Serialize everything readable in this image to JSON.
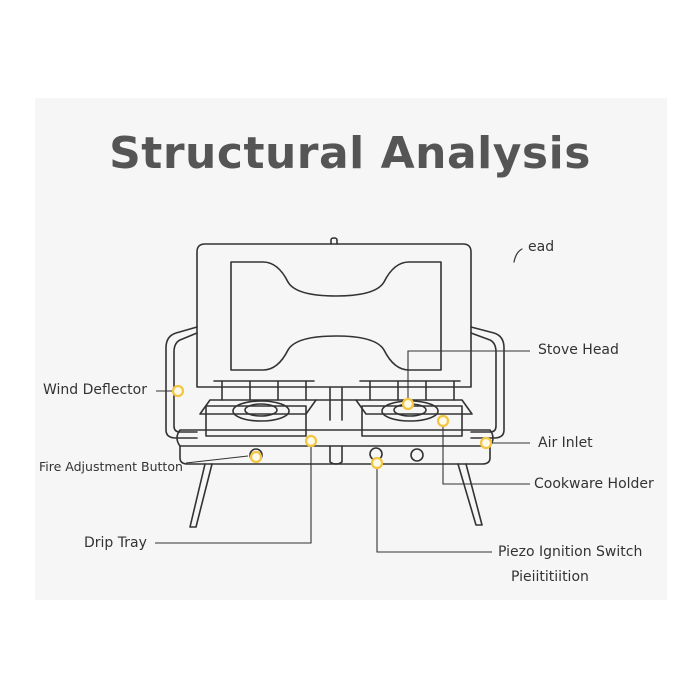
{
  "title": "Structural Analysis",
  "labels": {
    "head_fragment": "ead",
    "stove_head": "Stove Head",
    "wind_deflector": "Wind Deflector",
    "air_inlet": "Air Inlet",
    "fire_adjustment_button": "Fire Adjustment Button",
    "cookware_holder": "Cookware Holder",
    "drip_tray": "Drip Tray",
    "piezo_ignition_switch": "Piezo Ignition Switch",
    "piezo_fragment": "Pieiititiition"
  },
  "colors": {
    "marker": "#f5c542",
    "line": "#333333",
    "text": "#333333",
    "title": "#555555"
  }
}
